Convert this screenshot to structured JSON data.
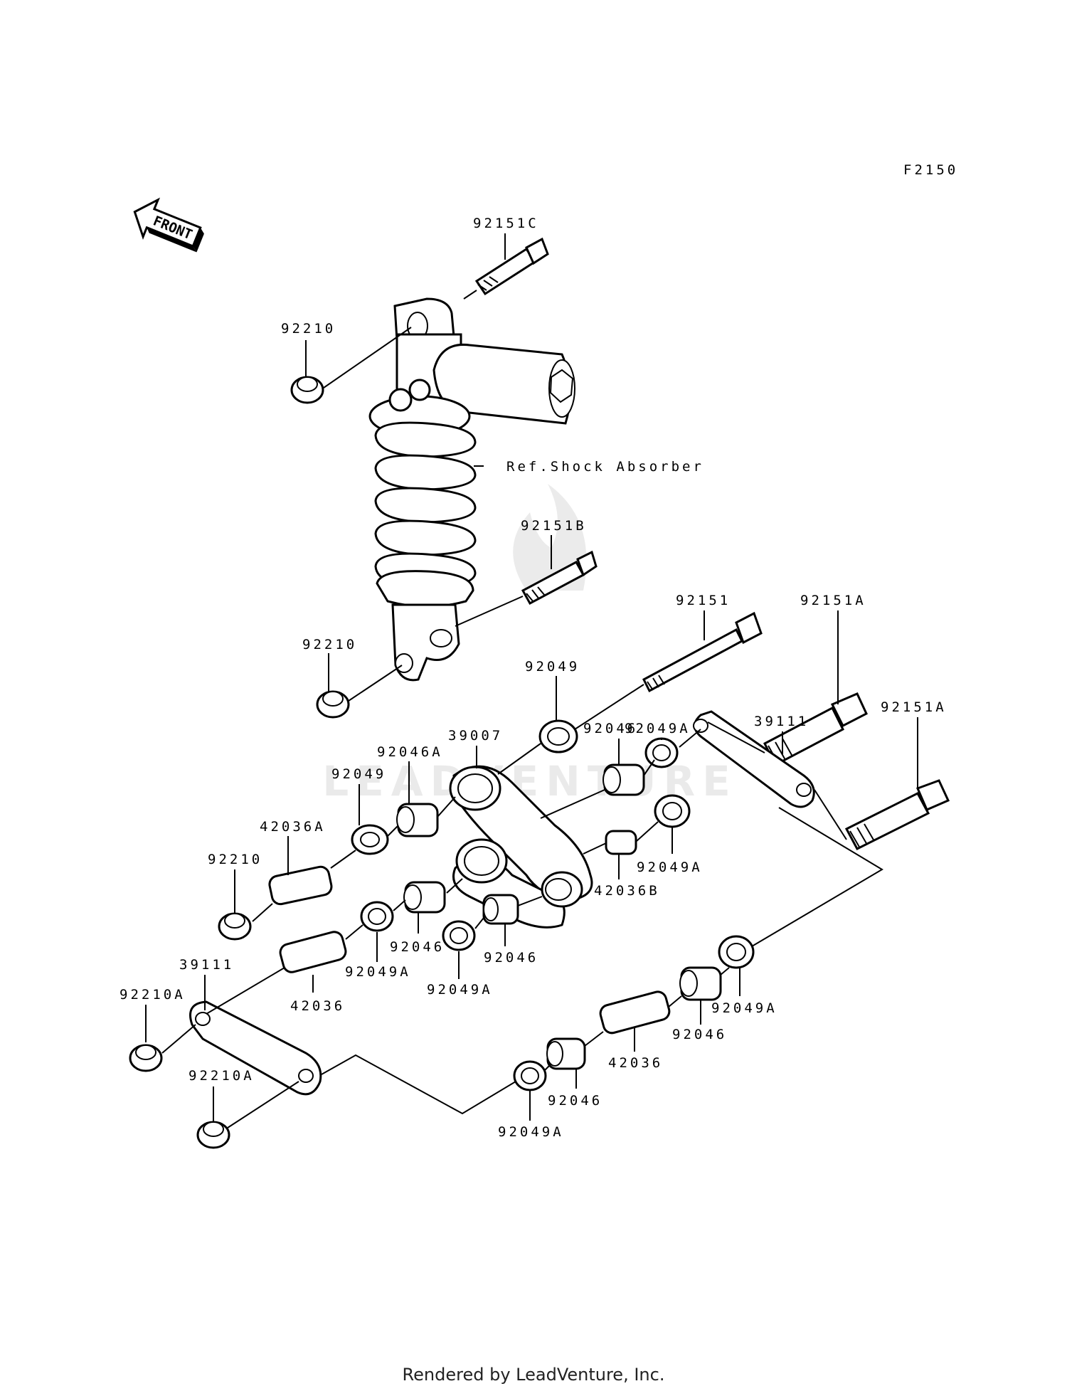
{
  "figure_code": "F2150",
  "front_label": "FRONT",
  "ref_label": "Ref.Shock Absorber",
  "watermark": "LEADVENTURE",
  "footer": "Rendered by LeadVenture, Inc.",
  "callouts": {
    "bolt_top": "92151C",
    "nut_top": "92210",
    "bolt_mid": "92151B",
    "nut_mid": "92210",
    "bolt_long": "92151",
    "bolt_a1": "92151A",
    "bolt_a2": "92151A",
    "seal_top": "92049",
    "seal_a_top": "92049A",
    "rocker": "39007",
    "bearing_right": "92046",
    "link_right": "39111",
    "bearing_a": "92046A",
    "seal_left": "92049",
    "collar_a": "42036A",
    "nut_left": "92210",
    "seal_a_mid": "92049A",
    "collar_b": "42036B",
    "bearing_mid": "92046",
    "seal_a_low": "92049A",
    "bearing_low": "92046",
    "seal_a_lower": "92049A",
    "link_left": "39111",
    "collar_low": "42036",
    "nut_a_left": "92210A",
    "nut_a_bottom": "92210A",
    "seal_a_right": "92049A",
    "bearing_right_low": "92046",
    "collar_right": "42036",
    "bearing_bottom": "92046",
    "seal_a_bottom": "92049A"
  }
}
